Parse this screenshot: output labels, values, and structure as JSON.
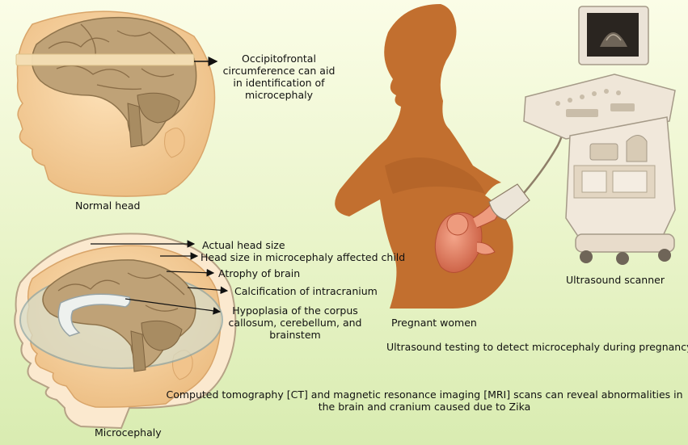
{
  "labels": {
    "ofc": "Occipitofrontal circumference can aid in identification of microcephaly",
    "normal_head": "Normal head",
    "actual_head": "Actual head size",
    "head_micro": "Head size in microcephaly affected child",
    "atrophy": "Atrophy of brain",
    "calcification": "Calcification of intracranium",
    "hypoplasia": "Hypoplasia of the corpus callosum, cerebellum, and brainstem",
    "microcephaly": "Microcephaly",
    "pregnant": "Pregnant women",
    "ultrasound_scanner": "Ultrasound scanner",
    "ultrasound_testing": "Ultrasound testing  to detect microcephaly  during pregnancy",
    "ct_mri": "Computed tomography [CT] and magnetic resonance imaging [MRI] scans can reveal abnormalities in the brain and cranium caused due to Zika"
  },
  "colors": {
    "skin": "#f6cf9c",
    "brain": "#bfa277",
    "silhouette": "#c26f2f",
    "fetus": "#e4866a",
    "machine": "#f0e4d2"
  }
}
